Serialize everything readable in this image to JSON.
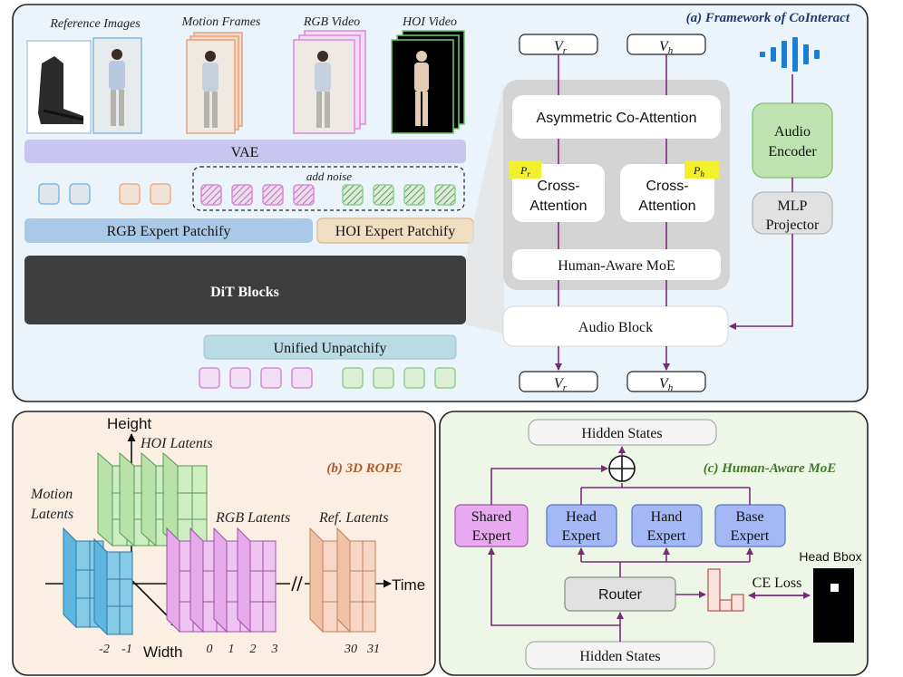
{
  "colors": {
    "panel_a_bg": "#eaf4fa",
    "panel_b_bg": "#fbeee3",
    "panel_c_bg": "#eef6e8",
    "purple_line": "#7b2a7a",
    "dit_block": "#3d3d3d",
    "vae": "#c8c6ef",
    "rgb_patchify": "#a9c9e8",
    "hoi_patchify": "#f2dfc2",
    "audio_encoder": "#bfe3b0",
    "shared_expert": "#e9a9f0",
    "expert_blue": "#a3b8f5",
    "router": "#e1e1e1",
    "p_tag": "#f1f02a"
  },
  "panel_a": {
    "title": "(a) Framework of CoInteract",
    "reference_images_label": "Reference Images",
    "motion_frames_label": "Motion Frames",
    "rgb_video_label": "RGB Video",
    "hoi_video_label": "HOI Video",
    "vae_label": "VAE",
    "add_noise_label": "add noise",
    "rgb_patchify_label": "RGB Expert Patchify",
    "hoi_patchify_label": "HOI Expert Patchify",
    "dit_blocks_label": "DiT Blocks",
    "unpatchify_label": "Unified Unpatchify",
    "vr_in": "V",
    "vr_in_sub": "r",
    "vh_in": "V",
    "vh_in_sub": "h",
    "vr_out": "V",
    "vr_out_sub": "r",
    "vh_out": "V",
    "vh_out_sub": "h",
    "asym_coattn_label": "Asymmetric Co-Attention",
    "pr_tag": "P",
    "pr_tag_sub": "r",
    "ph_tag": "P",
    "ph_tag_sub": "h",
    "cross_attn_left_line1": "Cross-",
    "cross_attn_left_line2": "Attention",
    "cross_attn_right_line1": "Cross-",
    "cross_attn_right_line2": "Attention",
    "human_moe_label": "Human-Aware MoE",
    "audio_block_label": "Audio Block",
    "audio_encoder_line1": "Audio",
    "audio_encoder_line2": "Encoder",
    "mlp_line1": "MLP",
    "mlp_line2": "Projector",
    "audio_icon": "audio-waveform-icon"
  },
  "panel_b": {
    "title": "(b) 3D ROPE",
    "height_label": "Height",
    "width_label": "Width",
    "time_label": "Time",
    "hoi_latents_label": "HOI Latents",
    "motion_latents_line1": "Motion",
    "motion_latents_line2": "Latents",
    "rgb_latents_label": "RGB Latents",
    "ref_latents_label": "Ref. Latents",
    "tick_labels": [
      "-2",
      "-1",
      "0",
      "1",
      "2",
      "3",
      "30",
      "31"
    ]
  },
  "panel_c": {
    "title": "(c) Human-Aware MoE",
    "hidden_states_top": "Hidden States",
    "hidden_states_bottom": "Hidden States",
    "shared_expert_line1": "Shared",
    "shared_expert_line2": "Expert",
    "head_expert_line1": "Head",
    "head_expert_line2": "Expert",
    "hand_expert_line1": "Hand",
    "hand_expert_line2": "Expert",
    "base_expert_line1": "Base",
    "base_expert_line2": "Expert",
    "router_label": "Router",
    "ce_loss_label": "CE Loss",
    "head_bbox_label": "Head Bbox"
  }
}
